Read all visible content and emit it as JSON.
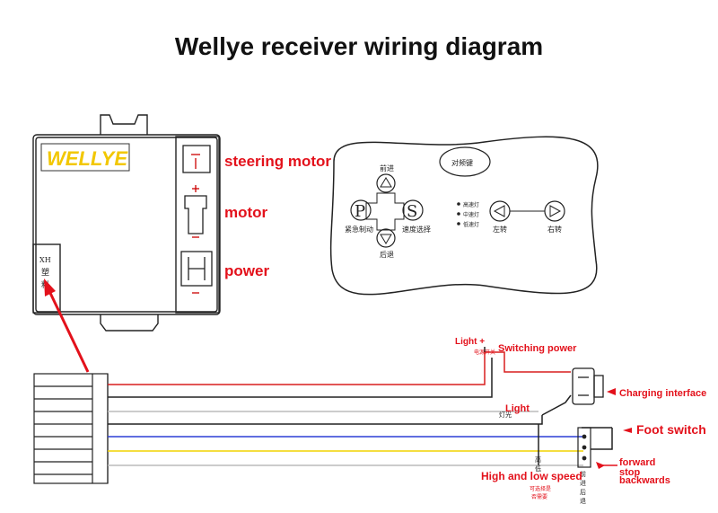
{
  "title": "Wellye receiver wiring diagram",
  "receiver": {
    "logo": "WELLYE",
    "connector_mark": "XH\n塑\n料",
    "ports": [
      {
        "label": "steering motor",
        "symbol": "+ −"
      },
      {
        "label": "motor",
        "symbol": "+ −"
      },
      {
        "label": "power",
        "symbol": "+ −"
      }
    ]
  },
  "remote": {
    "pair_button": "对频键",
    "forward": "前进",
    "back": "后退",
    "park_label": "紧急制动",
    "speed_label": "速度选择",
    "p_key": "P",
    "s_key": "S",
    "indicators": [
      "高速灯",
      "中速灯",
      "低速灯"
    ],
    "left_label": "左转",
    "right_label": "右转"
  },
  "wiring": {
    "light_plus": "Light +",
    "switching_power": "Switching power",
    "power_note": "电源开关",
    "charging_interface": "Charging interface",
    "light": "Light",
    "light_note": "灯光",
    "foot_switch": "Foot switch",
    "direction": [
      "forward",
      "stop",
      "backwards"
    ],
    "direction_note": [
      "前",
      "进",
      "后",
      "退"
    ],
    "speed": "High and low speed",
    "speed_note": [
      "高",
      "低",
      "可选择是",
      "否需要"
    ],
    "colors": {
      "red": "#d81e1e",
      "black": "#222222",
      "blue": "#2b3fd6",
      "yellow": "#f2d400",
      "white": "#bbbbbb",
      "label_red": "#e3111b"
    }
  }
}
